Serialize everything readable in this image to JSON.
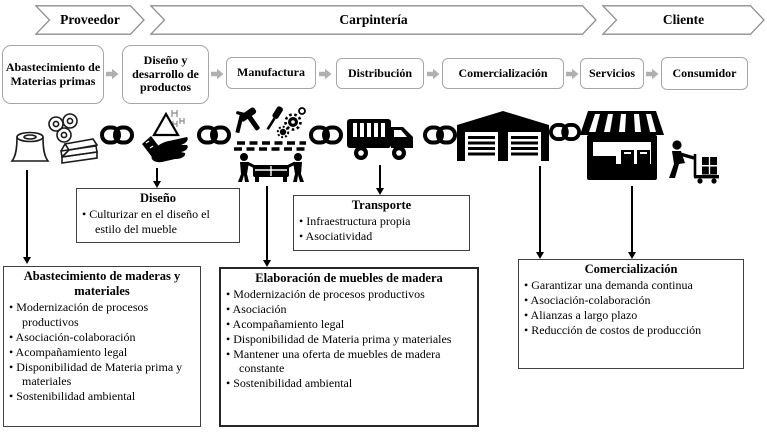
{
  "chevrons": [
    "Proveedor",
    "Carpintería",
    "Cliente"
  ],
  "process_stages": [
    "Abastecimiento de Materias primas",
    "Diseño y desarrollo de productos",
    "Manufactura",
    "Distribución",
    "Comercialización",
    "Servicios",
    "Consumidor"
  ],
  "icons": {
    "supply": "wood-logs-icon",
    "link": "chain-link-icon",
    "design": "hand-design-icon",
    "manufacture": "furniture-workshop-icon",
    "transport": "delivery-truck-icon",
    "storage": "warehouse-icon",
    "retail": "store-icon",
    "customer": "customer-cart-icon"
  },
  "callouts": {
    "diseno": {
      "title": "Diseño",
      "bullets": [
        "Culturizar en el diseño el estilo del mueble"
      ]
    },
    "transporte": {
      "title": "Transporte",
      "bullets": [
        "Infraestructura propia",
        "Asociatividad"
      ]
    },
    "abastecimiento": {
      "title": "Abastecimiento de maderas y materiales",
      "bullets": [
        "Modernización de procesos productivos",
        "Asociación-colaboración",
        "Acompañamiento legal",
        "Disponibilidad de Materia prima y materiales",
        "Sostenibilidad ambiental"
      ]
    },
    "elaboracion": {
      "title": "Elaboración de muebles de madera",
      "bullets": [
        "Modernización de procesos productivos",
        "Asociación",
        "Acompañamiento legal",
        "Disponibilidad de Materia prima y materiales",
        "Mantener una oferta de muebles de madera constante",
        "Sostenibilidad ambiental"
      ]
    },
    "comercializacion": {
      "title": "Comercialización",
      "bullets": [
        "Garantizar una demanda continua",
        "Asociación-colaboración",
        "Alianzas a largo plazo",
        "Reducción de costos de producción"
      ]
    }
  },
  "colors": {
    "background": "#ffffff",
    "text": "#000000",
    "chevron_border": "#8f8f8f",
    "process_box_border": "#a6a6a6",
    "process_arrow": "#b0b0b0",
    "callout_border": "#404040",
    "icon": "#000000"
  }
}
